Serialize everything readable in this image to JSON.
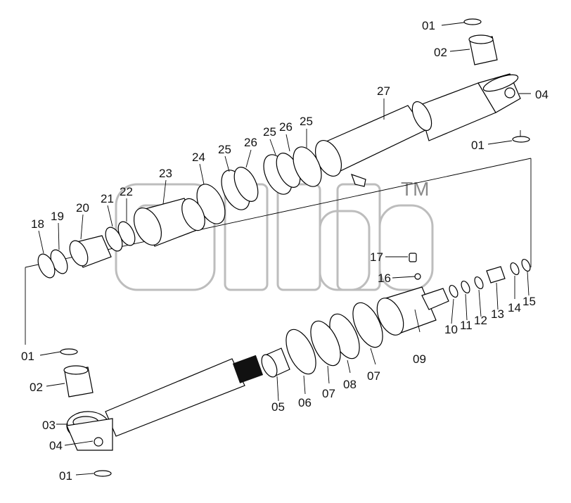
{
  "diagram": {
    "watermark_mark": "TM",
    "labels": [
      {
        "id": "l01a",
        "text": "01"
      },
      {
        "id": "l02a",
        "text": "02"
      },
      {
        "id": "l04a",
        "text": "04"
      },
      {
        "id": "l01b",
        "text": "01"
      },
      {
        "id": "l27",
        "text": "27"
      },
      {
        "id": "l25a",
        "text": "25"
      },
      {
        "id": "l26a",
        "text": "26"
      },
      {
        "id": "l25b",
        "text": "25"
      },
      {
        "id": "l26b",
        "text": "26"
      },
      {
        "id": "l25c",
        "text": "25"
      },
      {
        "id": "l24",
        "text": "24"
      },
      {
        "id": "l23",
        "text": "23"
      },
      {
        "id": "l22",
        "text": "22"
      },
      {
        "id": "l21",
        "text": "21"
      },
      {
        "id": "l20",
        "text": "20"
      },
      {
        "id": "l19",
        "text": "19"
      },
      {
        "id": "l18",
        "text": "18"
      },
      {
        "id": "l17",
        "text": "17"
      },
      {
        "id": "l16",
        "text": "16"
      },
      {
        "id": "l15",
        "text": "15"
      },
      {
        "id": "l14",
        "text": "14"
      },
      {
        "id": "l13",
        "text": "13"
      },
      {
        "id": "l12",
        "text": "12"
      },
      {
        "id": "l11",
        "text": "11"
      },
      {
        "id": "l10",
        "text": "10"
      },
      {
        "id": "l09",
        "text": "09"
      },
      {
        "id": "l07a",
        "text": "07"
      },
      {
        "id": "l08",
        "text": "08"
      },
      {
        "id": "l07b",
        "text": "07"
      },
      {
        "id": "l06",
        "text": "06"
      },
      {
        "id": "l05",
        "text": "05"
      },
      {
        "id": "l01c",
        "text": "01"
      },
      {
        "id": "l02b",
        "text": "02"
      },
      {
        "id": "l03",
        "text": "03"
      },
      {
        "id": "l04b",
        "text": "04"
      },
      {
        "id": "l01d",
        "text": "01"
      }
    ]
  }
}
